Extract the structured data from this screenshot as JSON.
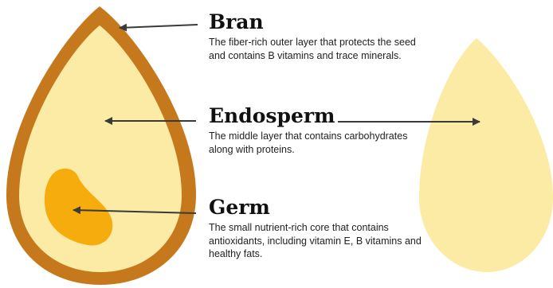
{
  "parts": {
    "bran": {
      "title": "Bran",
      "description": "The fiber-rich outer layer that protects the seed and contains B vitamins and trace minerals."
    },
    "endosperm": {
      "title": "Endosperm",
      "description": "The middle layer that contains carbohydrates along with proteins."
    },
    "germ": {
      "title": "Germ",
      "description": "The small nutrient-rich core that contains antioxidants, including vitamin E, B vitamins and healthy fats."
    }
  },
  "colors": {
    "bran": "#C6781C",
    "endosperm": "#FBEBA5",
    "germ": "#F6AC0C",
    "arrow": "#3a3a3a"
  }
}
